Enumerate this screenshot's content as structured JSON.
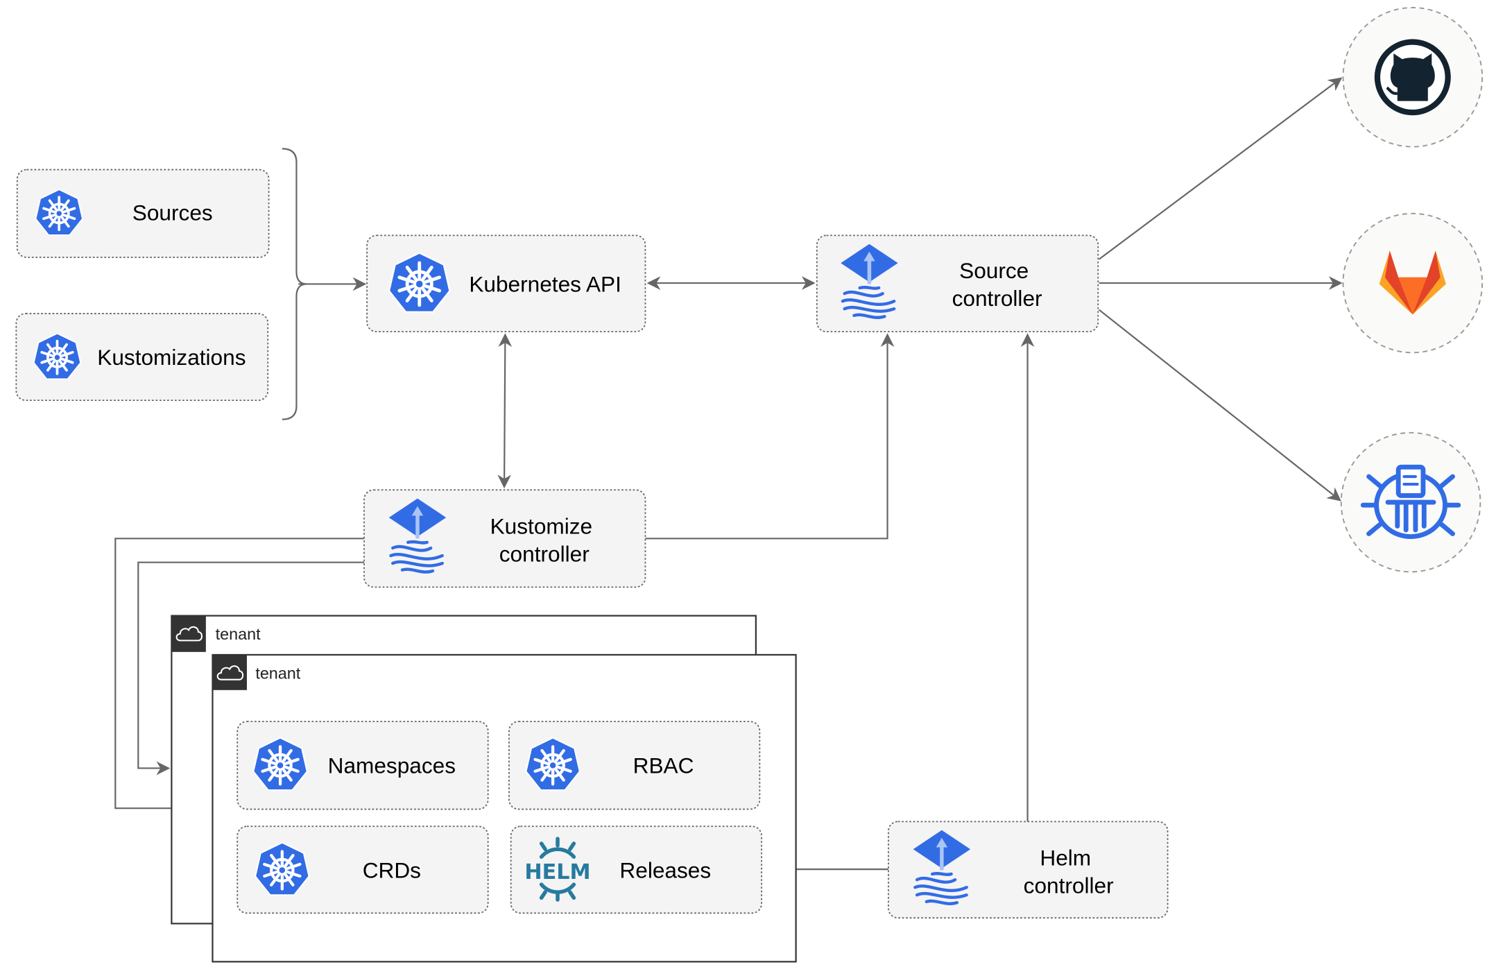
{
  "nodes": {
    "sources": {
      "label": "Sources"
    },
    "kustomizations": {
      "label": "Kustomizations"
    },
    "kubernetes_api": {
      "label": "Kubernetes API"
    },
    "source_controller": {
      "line1": "Source",
      "line2": "controller"
    },
    "kustomize_controller": {
      "line1": "Kustomize",
      "line2": "controller"
    },
    "helm_controller": {
      "line1": "Helm",
      "line2": "controller"
    },
    "namespaces": {
      "label": "Namespaces"
    },
    "rbac": {
      "label": "RBAC"
    },
    "crds": {
      "label": "CRDs"
    },
    "releases": {
      "label": "Releases",
      "logo_text": "HELM"
    }
  },
  "tenants": [
    {
      "label": "tenant",
      "icon": "cloud-icon"
    },
    {
      "label": "tenant",
      "icon": "cloud-icon"
    }
  ],
  "external_sources": [
    {
      "icon": "github-icon"
    },
    {
      "icon": "gitlab-icon"
    },
    {
      "icon": "bucket-icon"
    }
  ],
  "colors": {
    "kubernetes_blue": "#326ce5",
    "helm_teal": "#277a9f",
    "github_dark": "#132330",
    "gitlab_orange": "#e24329",
    "gitlab_light": "#fca326",
    "edge_gray": "#666666",
    "tenant_header": "#333333"
  }
}
